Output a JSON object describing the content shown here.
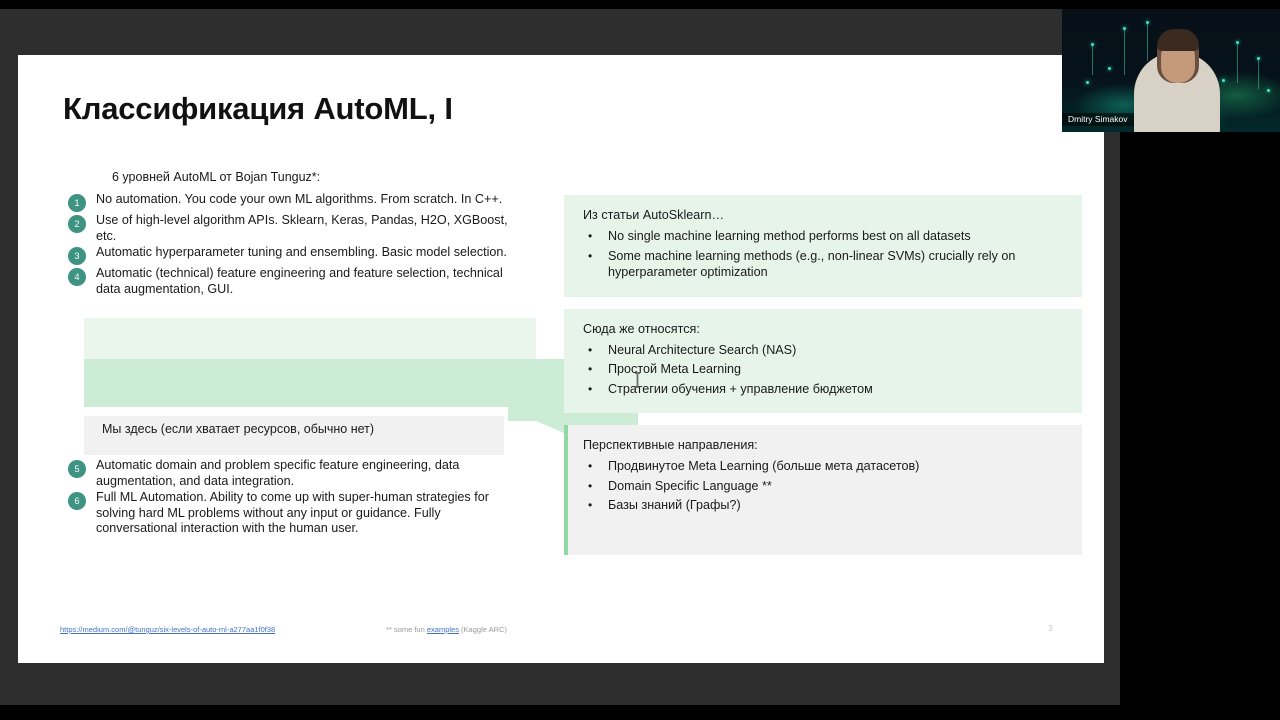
{
  "slide": {
    "title": "Классификация AutoML, I",
    "page_number": "3",
    "left": {
      "lead": "6 уровней AutoML от Bojan Tunguz*:",
      "levels": [
        {
          "num": "1",
          "text": "No automation. You code your own ML algorithms. From scratch. In C++."
        },
        {
          "num": "2",
          "text": "Use of high-level algorithm APIs. Sklearn, Keras, Pandas, H2O, XGBoost, etc."
        },
        {
          "num": "3",
          "text": "Automatic hyperparameter tuning and ensembling. Basic model selection."
        },
        {
          "num": "4",
          "text": "Automatic (technical) feature engineering and feature selection, technical data augmentation, GUI."
        }
      ],
      "we_are_here": "Мы здесь (если хватает ресурсов, обычно нет)",
      "lower_levels": [
        {
          "num": "5",
          "text": "Automatic domain and problem specific feature engineering, data augmentation, and data integration."
        },
        {
          "num": "6",
          "text": "Full ML Automation. Ability to come up with super-human strategies for solving hard ML problems without any input or guidance. Fully conversational interaction with the human user."
        }
      ]
    },
    "right": {
      "boxes": [
        {
          "title": "Из статьи AutoSklearn…",
          "items": [
            "No single machine learning method performs best on all datasets",
            "Some machine learning methods (e.g., non-linear SVMs) crucially rely on hyperparameter optimization"
          ]
        },
        {
          "title": "Сюда же относятся:",
          "items": [
            "Neural Architecture Search (NAS)",
            "Простой Meta Learning",
            "Стратегии обучения + управление бюджетом"
          ]
        },
        {
          "title": "Перспективные направления:",
          "items": [
            "Продвинутое Meta Learning (больше мета датасетов)",
            "Domain Specific Language **",
            "Базы знаний (Графы?)"
          ]
        }
      ]
    },
    "footer": {
      "link": "https://medium.com/@tunguz/six-levels-of-auto-ml-a277aa1f0f38",
      "note_prefix": "** some fun ",
      "note_link": "examples",
      "note_suffix": " (Kaggle ARC)"
    }
  },
  "webcam": {
    "participant_name": "Dmitry Simakov"
  },
  "colors": {
    "badge": "#3e9382",
    "band_light_green": "#eaf6ec",
    "band_green": "#cdecd5",
    "band_grey": "#f1f1f1",
    "box_green": "#e7f4ea",
    "box_grey": "#f1f1f1",
    "accent_bar": "#8fd9a4",
    "link": "#4472c4",
    "chrome": "#2e2e2e"
  }
}
